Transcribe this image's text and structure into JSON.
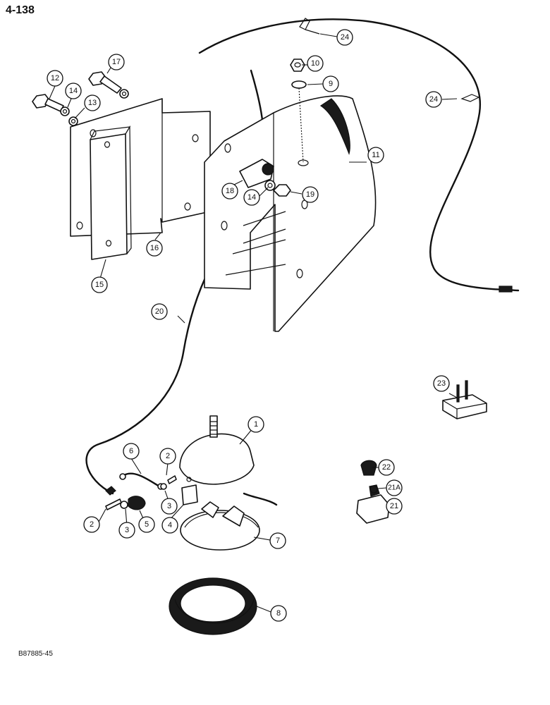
{
  "page_number": "4-138",
  "figure_code": "B87885-45",
  "callouts": [
    {
      "id": "c1",
      "label": "1"
    },
    {
      "id": "c2a",
      "label": "2"
    },
    {
      "id": "c2b",
      "label": "2"
    },
    {
      "id": "c3a",
      "label": "3"
    },
    {
      "id": "c3b",
      "label": "3"
    },
    {
      "id": "c4",
      "label": "4"
    },
    {
      "id": "c5",
      "label": "5"
    },
    {
      "id": "c6",
      "label": "6"
    },
    {
      "id": "c7",
      "label": "7"
    },
    {
      "id": "c8",
      "label": "8"
    },
    {
      "id": "c9",
      "label": "9"
    },
    {
      "id": "c10",
      "label": "10"
    },
    {
      "id": "c11",
      "label": "11"
    },
    {
      "id": "c12",
      "label": "12"
    },
    {
      "id": "c13",
      "label": "13"
    },
    {
      "id": "c14a",
      "label": "14"
    },
    {
      "id": "c14b",
      "label": "14"
    },
    {
      "id": "c15",
      "label": "15"
    },
    {
      "id": "c16",
      "label": "16"
    },
    {
      "id": "c17",
      "label": "17"
    },
    {
      "id": "c18",
      "label": "18"
    },
    {
      "id": "c19",
      "label": "19"
    },
    {
      "id": "c20",
      "label": "20"
    },
    {
      "id": "c21",
      "label": "21"
    },
    {
      "id": "c21a",
      "label": "21A"
    },
    {
      "id": "c22",
      "label": "22"
    },
    {
      "id": "c23",
      "label": "23"
    },
    {
      "id": "c24a",
      "label": "24"
    },
    {
      "id": "c24b",
      "label": "24"
    }
  ]
}
